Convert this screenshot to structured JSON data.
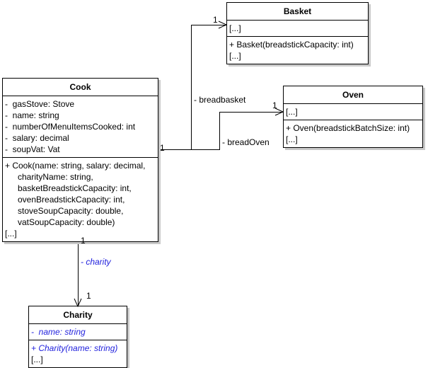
{
  "diagram": {
    "type": "uml-class-diagram",
    "colors": {
      "line": "#000000",
      "box_fill": "#ffffff",
      "box_border": "#000000",
      "shadow": "#c9c9c9",
      "derived_text": "#2222dd"
    }
  },
  "classes": {
    "cook": {
      "name": "Cook",
      "attributes": [
        "-  gasStove: Stove",
        "-  name: string",
        "-  numberOfMenuItemsCooked: int",
        "-  salary: decimal",
        "-  soupVat: Vat"
      ],
      "operations": [
        "+ Cook(name: string, salary: decimal,",
        "charityName: string,",
        "basketBreadstickCapacity: int,",
        "ovenBreadstickCapacity: int,",
        "stoveSoupCapacity: double,",
        "vatSoupCapacity: double)"
      ],
      "more": "[...]"
    },
    "basket": {
      "name": "Basket",
      "attributes": [
        "[...]"
      ],
      "operations": [
        "+ Basket(breadstickCapacity: int)"
      ],
      "more": "[...]"
    },
    "oven": {
      "name": "Oven",
      "attributes": [
        "[...]"
      ],
      "operations": [
        "+ Oven(breadstickBatchSize: int)"
      ],
      "more": "[...]"
    },
    "charity": {
      "name": "Charity",
      "attributes": [
        "-  name: string"
      ],
      "operations": [
        "+ Charity(name: string)"
      ],
      "more": "[...]"
    }
  },
  "associations": {
    "breadbasket": {
      "label": "- breadbasket",
      "source_multiplicity": "1",
      "target_multiplicity": "1"
    },
    "breadoven": {
      "label": "- breadOven",
      "target_multiplicity": "1"
    },
    "charity": {
      "label": "- charity",
      "source_multiplicity": "1",
      "target_multiplicity": "1"
    }
  }
}
